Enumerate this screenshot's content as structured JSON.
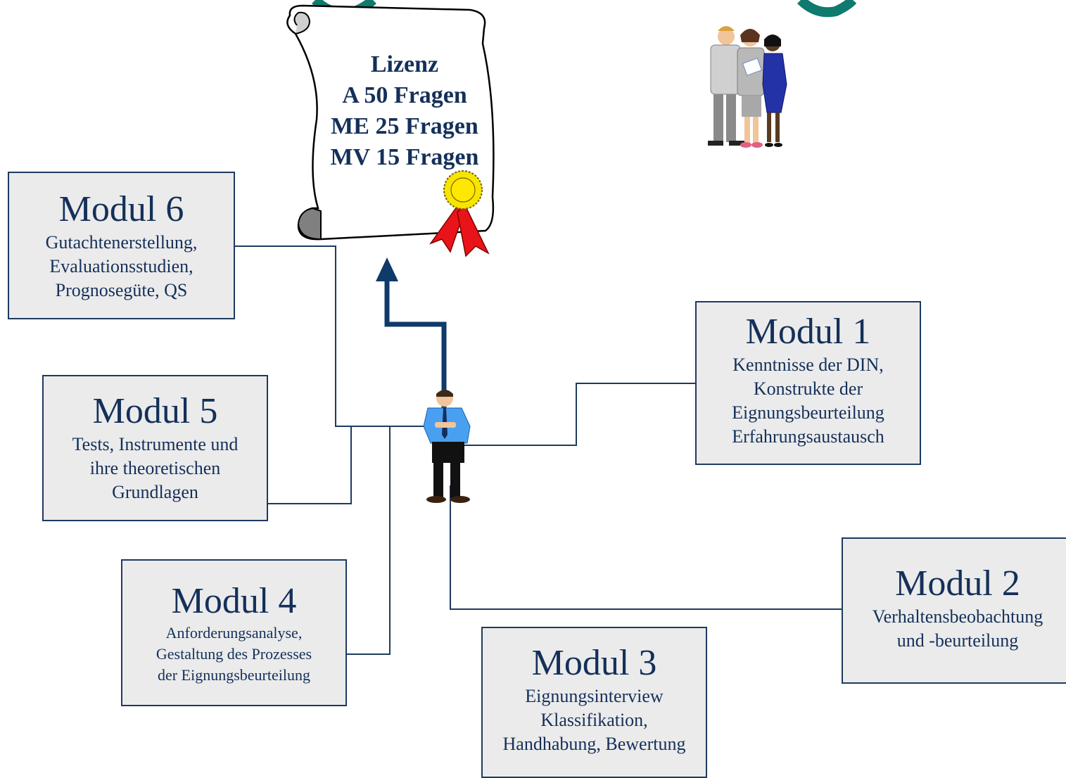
{
  "scroll": {
    "lines": [
      "Lizenz",
      "A 50 Fragen",
      "ME 25 Fragen",
      "MV 15 Fragen"
    ]
  },
  "modules": {
    "m6": {
      "title": "Modul 6",
      "lines": [
        "Gutachtenerstellung,",
        "Evaluationsstudien,",
        "Prognosegüte, QS"
      ]
    },
    "m5": {
      "title": "Modul 5",
      "lines": [
        "Tests, Instrumente und",
        "ihre theoretischen",
        "Grundlagen"
      ]
    },
    "m4": {
      "title": "Modul 4",
      "lines": [
        "Anforderungsanalyse,",
        "Gestaltung des Prozesses",
        "der Eignungsbeurteilung"
      ]
    },
    "m3": {
      "title": "Modul 3",
      "lines": [
        "Eignungsinterview",
        "Klassifikation,",
        "Handhabung, Bewertung"
      ]
    },
    "m1": {
      "title": "Modul 1",
      "lines": [
        "Kenntnisse der DIN,",
        "Konstrukte der",
        "Eignungsbeurteilung",
        "Erfahrungsaustausch"
      ]
    },
    "m2": {
      "title": "Modul 2",
      "lines": [
        "Verhaltensbeobachtung",
        "und -beurteilung"
      ]
    }
  },
  "colors": {
    "text": "#14305a",
    "box_fill": "#ebebeb",
    "connector": "#1e3a5f",
    "arrow": "#0f3a6a",
    "ribbon": "#e8141a",
    "seal": "#f5e500",
    "header_teal": "#0f7a6e"
  }
}
